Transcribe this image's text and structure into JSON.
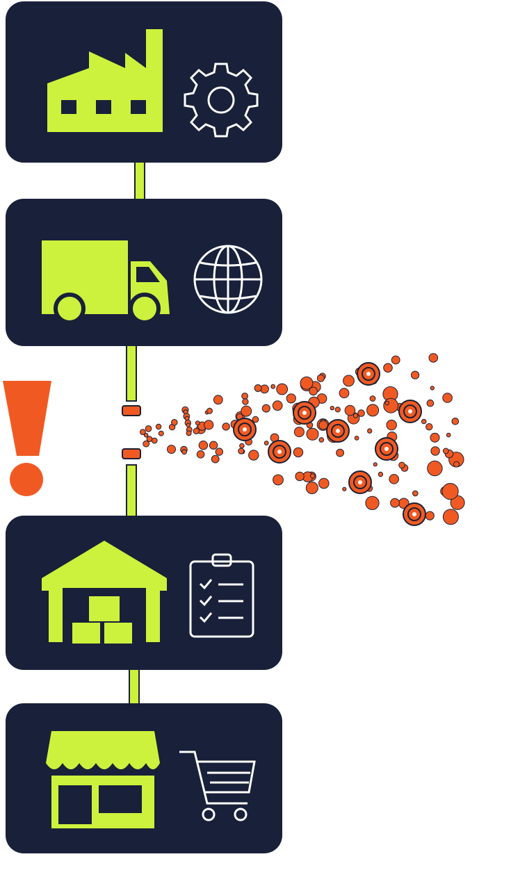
{
  "colors": {
    "card_bg": "#19203a",
    "accent_lime": "#cdf23d",
    "alert_orange": "#f05a22",
    "outline_white": "#ffffff"
  },
  "stages": [
    {
      "id": "factory",
      "primary_icon": "factory-icon",
      "secondary_icon": "gear-icon"
    },
    {
      "id": "transport",
      "primary_icon": "truck-icon",
      "secondary_icon": "globe-icon"
    },
    {
      "id": "warehouse",
      "primary_icon": "warehouse-icon",
      "secondary_icon": "clipboard-checklist-icon"
    },
    {
      "id": "retail",
      "primary_icon": "storefront-icon",
      "secondary_icon": "shopping-cart-icon"
    }
  ],
  "disruption": {
    "icon": "exclamation-icon",
    "effect": "broken-link-scatter"
  }
}
